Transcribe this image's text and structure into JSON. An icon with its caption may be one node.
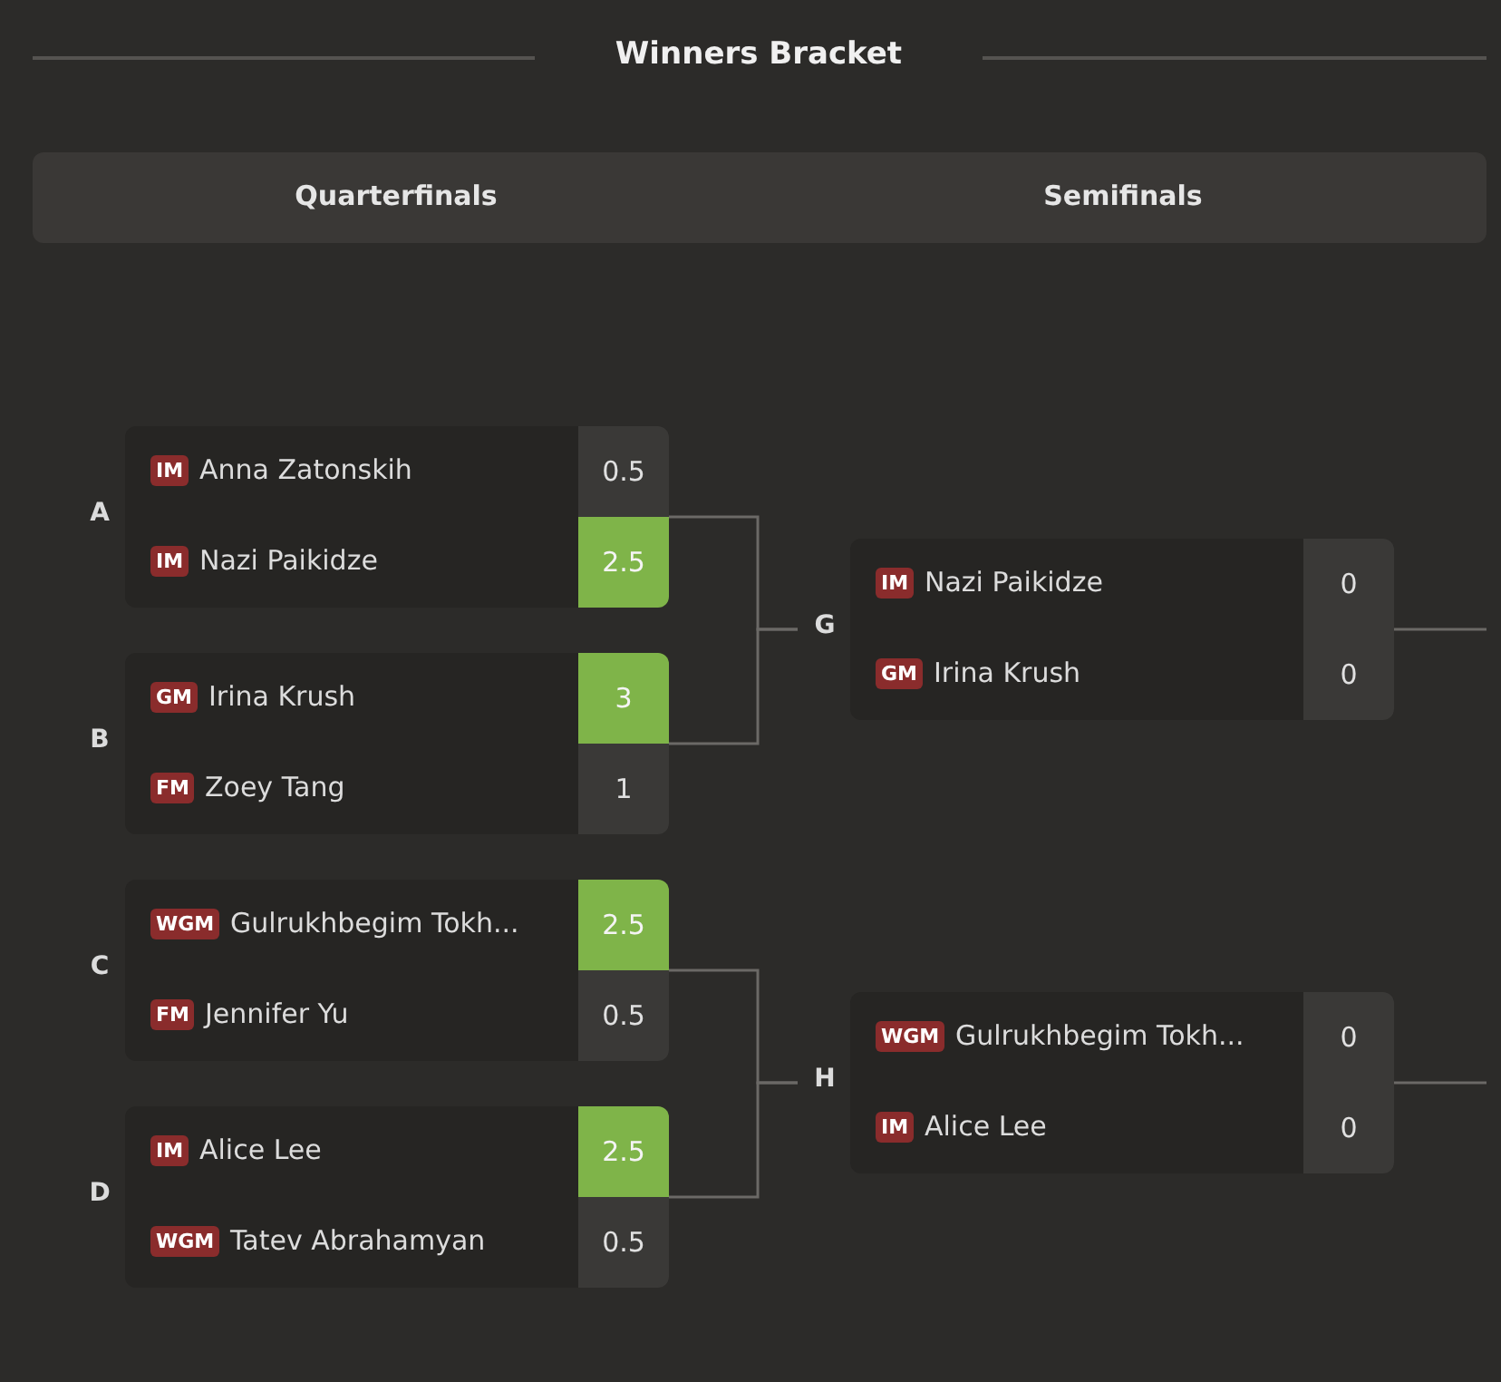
{
  "diagram": {
    "title": "Winners Bracket",
    "nodes": [
      {
        "text": [
          "Quarterfinals",
          "Semifinals"
        ]
      },
      {
        "text": [],
        "shape": "box",
        "beside": [
          "A"
        ]
      },
      {
        "text": [
          "IM",
          "Anna Zatonskih",
          "0.5"
        ],
        "in": 1
      },
      {
        "text": [
          "IM",
          "Nazi Paikidze",
          "2.5"
        ],
        "in": 1
      },
      {
        "text": [],
        "shape": "box",
        "beside": [
          "B"
        ]
      },
      {
        "text": [
          "GM",
          "Irina Krush",
          "3"
        ],
        "in": 4
      },
      {
        "text": [
          "FM",
          "Zoey Tang",
          "1"
        ],
        "in": 4
      },
      {
        "text": [
          "G"
        ]
      },
      {
        "text": [],
        "shape": "box"
      },
      {
        "text": [
          "IM",
          "Nazi Paikidze",
          "0"
        ],
        "in": 8
      },
      {
        "text": [
          "GM",
          "Irina Krush",
          "0"
        ],
        "in": 8
      },
      {
        "text": [],
        "shape": "box",
        "beside": [
          "C"
        ]
      },
      {
        "text": [
          "WGM",
          "Gulrukhbegim Tokh...",
          "2.5"
        ],
        "in": 11
      },
      {
        "text": [
          "FM",
          "Jennifer Yu",
          "0.5"
        ],
        "in": 11
      },
      {
        "text": [],
        "shape": "box",
        "beside": [
          "D"
        ]
      },
      {
        "text": [
          "IM",
          "Alice Lee",
          "2.5"
        ],
        "in": 14
      },
      {
        "text": [
          "WGM",
          "Tatev Abrahamyan",
          "0.5"
        ],
        "in": 14
      },
      {
        "text": [
          "H"
        ]
      },
      {
        "text": [],
        "shape": "box"
      },
      {
        "text": [
          "WGM",
          "Gulrukhbegim Tokh...",
          "0"
        ],
        "in": 18
      },
      {
        "text": [
          "IM",
          "Alice Lee",
          "0"
        ],
        "in": 18
      }
    ],
    "edges": [
      {
        "from": 1,
        "to": 7,
        "arrow": "none"
      },
      {
        "from": 4,
        "to": 7,
        "arrow": "none"
      },
      {
        "from": 8,
        "to": null,
        "arrow": "none"
      },
      {
        "from": 11,
        "to": 17,
        "arrow": "none"
      },
      {
        "from": 14,
        "to": 17,
        "arrow": "none"
      },
      {
        "from": 18,
        "to": null,
        "arrow": "none"
      }
    ]
  }
}
